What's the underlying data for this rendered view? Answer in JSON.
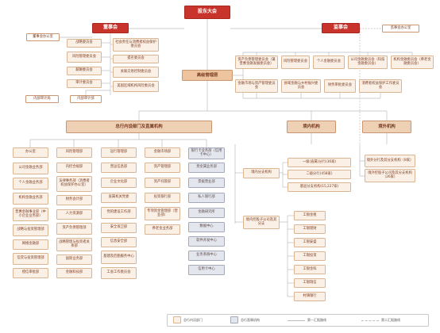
{
  "top": {
    "shareholders": "股东大会",
    "board": "董事会",
    "supervisory": "监事会",
    "board_office": "董事会办公室",
    "supervisory_office": "监事会办公室",
    "internal_audit_bureau": "内部审计局",
    "internal_audit_dept": "内部审计部",
    "senior_management": "高级管理层"
  },
  "board_committees": [
    "战略委员会",
    "风险管理委员会",
    "薪酬委员会",
    "审计委员会",
    "社会责任与消费者权益保护委员会",
    "提名委员会",
    "关联交易控制委员会",
    "美国区域机构风险委员会"
  ],
  "mgmt_committees": [
    "资产负债管理委员会（兼普惠金融发展委员会）",
    "风险管理委员会",
    "个人金融委员会",
    "公司金融委员会（科技金融委员会）",
    "机构金融委员会（养老金融委员会）",
    "金融市场与资产管理委员会",
    "县域金融与乡村振兴委员会",
    "财务审批委员会",
    "消费者权益保护工作委员会"
  ],
  "sections": {
    "hq_departments": "总行内设部门及直属机构",
    "domestic": "境内机构",
    "overseas": "境外机构"
  },
  "hq_columns": [
    [
      "办公室",
      "公司金融业务部",
      "个人金融业务部",
      "机构金融业务部",
      "普惠金融事业部（中小企业业务部）",
      "战略与投资管理部",
      "网络金融部",
      "信贷与投资管理部",
      "授信审批部"
    ],
    [
      "风险管理部",
      "内控合规部",
      "法律事务部（消费者权益保护办公室）",
      "财务会计部",
      "人力资源部",
      "资产负债管理部",
      "战略管理与投资者关系部",
      "国际业务部",
      "金融科技部"
    ],
    [
      "运行管理部",
      "营运信息部",
      "企业文化部",
      "直属机关党委",
      "党的建设工作部",
      "安全保卫部",
      "信息安全部",
      "基建及后勤服务中心",
      "工会工作委员会"
    ],
    [
      "金融市场部",
      "资产管理部",
      "资产托管部",
      "投资银行部",
      "专项资金管理部（营业部）",
      "养老金业务部"
    ],
    [
      "银行卡业务部（信用卡中心）",
      "贵金属业务部",
      "票据营业部",
      "私人银行部",
      "金融研究所",
      "数据中心",
      "软件开发中心",
      "业务系统中心",
      "信用卡中心"
    ]
  ],
  "domestic": {
    "branches_label": "境内分支机构",
    "tier1": "一级(直属)分行(36家)",
    "tier2": "二级分行(458家)",
    "grass": "基层分支机构(15,227家)",
    "subs_label": "境内控股子公司及其分支",
    "subs": [
      "工银金租",
      "工银理财",
      "工银安盛",
      "工银投资",
      "工银金科",
      "工银瑞信",
      "村镇银行"
    ]
  },
  "overseas": {
    "branches": "境外分行及其分支机构（8家）",
    "subs": "境外控股子公司及其分支机构（26家）"
  },
  "legend": {
    "hq_internal": "总行内设部门",
    "hq_direct": "总行直属机构",
    "line1": "第一汇报路线",
    "line2": "第二汇报路线"
  },
  "colors": {
    "red": "#c8342b",
    "header_fill": "#eed1b5",
    "box_fill": "#fbf0e5",
    "box_border": "#d9b593",
    "grey_fill": "#e4e6ee",
    "grey_border": "#a4a9ba",
    "line": "#bcbcbc",
    "text": "#7a3b22"
  }
}
